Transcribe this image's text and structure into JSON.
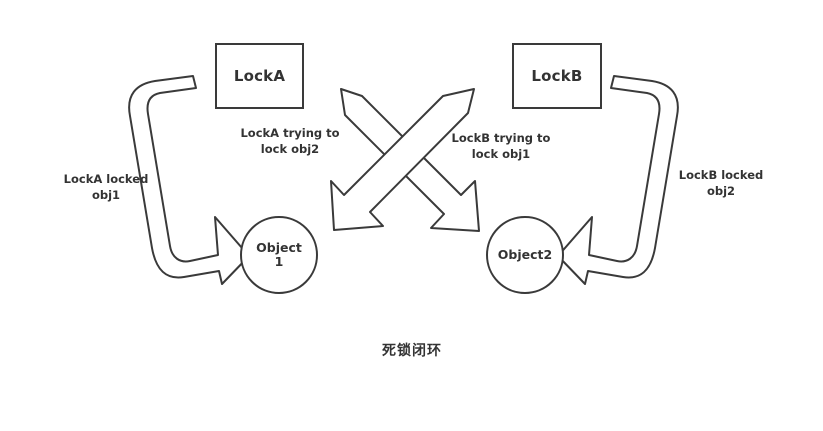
{
  "diagram": {
    "caption": "死锁闭环",
    "nodes": [
      {
        "id": "lockA",
        "label": "LockA",
        "shape": "rectangle"
      },
      {
        "id": "lockB",
        "label": "LockB",
        "shape": "rectangle"
      },
      {
        "id": "object1",
        "label": "Object\n1",
        "shape": "circle"
      },
      {
        "id": "object2",
        "label": "Object2",
        "shape": "circle"
      }
    ],
    "edges": [
      {
        "id": "a-locked-1",
        "label": "LockA locked\nobj1",
        "from": "lockA",
        "to": "object1",
        "style": "curved-block-arrow"
      },
      {
        "id": "a-trying-2",
        "label": "LockA trying to\nlock obj2",
        "from": "lockA",
        "to": "object2",
        "style": "straight-block-arrow"
      },
      {
        "id": "b-trying-1",
        "label": "LockB trying to\nlock obj1",
        "from": "lockB",
        "to": "object1",
        "style": "straight-block-arrow"
      },
      {
        "id": "b-locked-2",
        "label": "LockB locked\nobj2",
        "from": "lockB",
        "to": "object2",
        "style": "curved-block-arrow"
      }
    ],
    "colors": {
      "stroke": "#3a3a3a",
      "text": "#333333",
      "background": "#ffffff"
    }
  }
}
